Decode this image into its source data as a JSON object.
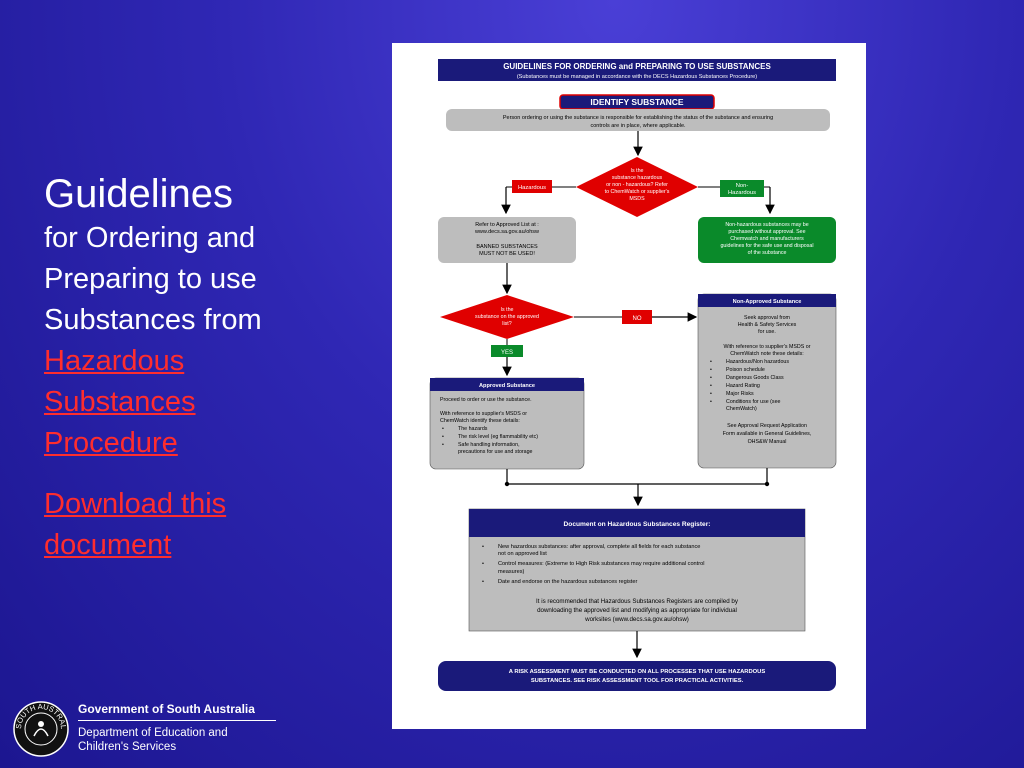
{
  "slide": {
    "title": "Guidelines",
    "subtitle_lines": [
      "for Ordering and",
      "Preparing to use",
      "Substances from"
    ],
    "link_lines": [
      "Hazardous",
      "Substances",
      "Procedure"
    ],
    "download_lines": [
      "Download this",
      "document"
    ]
  },
  "flowchart": {
    "header_title": "GUIDELINES FOR ORDERING and  PREPARING TO  USE SUBSTANCES",
    "header_sub": "(Substances must be managed in accordance with the DECS Hazardous Substances Procedure)",
    "identify": "IDENTIFY SUBSTANCE",
    "person_text": [
      "Person ordering or using the substance is responsible for establishing the status of the substance and ensuring",
      "controls are in place, where applicable."
    ],
    "diamond1": [
      "Is the",
      "substance hazardous",
      "or non - hazardous? Refer",
      "to ChemWatch or supplier's",
      "MSDS"
    ],
    "hazardous_label": "Hazardous",
    "non_hazardous_label": [
      "Non-",
      "Hazardous"
    ],
    "approved_list": [
      "Refer to Approved List at :",
      "www.decs.sa.gov.au/ohsw",
      "",
      "BANNED SUBSTANCES",
      "MUST NOT BE USED!"
    ],
    "non_haz_text": [
      "Non-hazardous substances may be",
      "purchased without approval. See",
      "Chemwatch and manufacturers",
      "guidelines  for the safe use and disposal",
      "of the substance"
    ],
    "diamond2": [
      "Is the",
      "substance on the approved",
      "list?"
    ],
    "no_label": "NO",
    "yes_label": "YES",
    "non_approved_title": "Non-Approved Substance",
    "non_approved_lines": [
      "Seek approval from",
      "Health & Safety Services",
      "for use.",
      "",
      "With reference to supplier's MSDS or",
      "ChemWatch note these details:"
    ],
    "non_approved_bullets": [
      "Hazardous/Non hazardous",
      "Poison schedule",
      "Dangerous Goods Class",
      "Hazard Rating",
      "Major Risks",
      "Conditions for use (see",
      "ChemWatch)"
    ],
    "non_approved_footer": [
      "See Approval Request Application",
      "Form available in General Guidelines,",
      "OHS&W Manual"
    ],
    "approved_title": "Approved Substance",
    "approved_lines": [
      "Proceed to order or use the substance.",
      "",
      "With reference to supplier's MSDS or",
      "ChemWatch identify these details:"
    ],
    "approved_bullets": [
      "The hazards",
      "The risk level (eg flammability etc)",
      "Safe handling information,",
      "precautions for use and storage"
    ],
    "register_title": "Document on Hazardous Substances Register:",
    "register_bullets": [
      "New hazardous substances: after approval, complete all fields for each substance",
      "not on approved list",
      "Control measures: (Extreme to High Risk substances may require additional control",
      "measures)",
      "Date and endorse on the hazardous substances register"
    ],
    "register_note": [
      "It is recommended that Hazardous Substances Registers are compiled by",
      "downloading the approved list and modifying as appropriate for individual",
      "worksites (www.decs.sa.gov.au/ohsw)"
    ],
    "risk_text": [
      "A RISK ASSESSMENT MUST BE CONDUCTED ON ALL PROCESSES THAT USE HAZARDOUS",
      "SUBSTANCES.  SEE RISK ASSESSMENT TOOL FOR PRACTICAL ACTIVITIES."
    ]
  },
  "footer": {
    "gov": "Government of South Australia",
    "dept_lines": [
      "Department of Education and",
      "Children's Services"
    ],
    "seal_text": "SOUTH AUSTRALIA"
  },
  "colors": {
    "navy": "#1a1a7a",
    "red": "#e00000",
    "green": "#0a8a2a",
    "grey": "#bdbdbd",
    "link": "#ff2d2d"
  }
}
